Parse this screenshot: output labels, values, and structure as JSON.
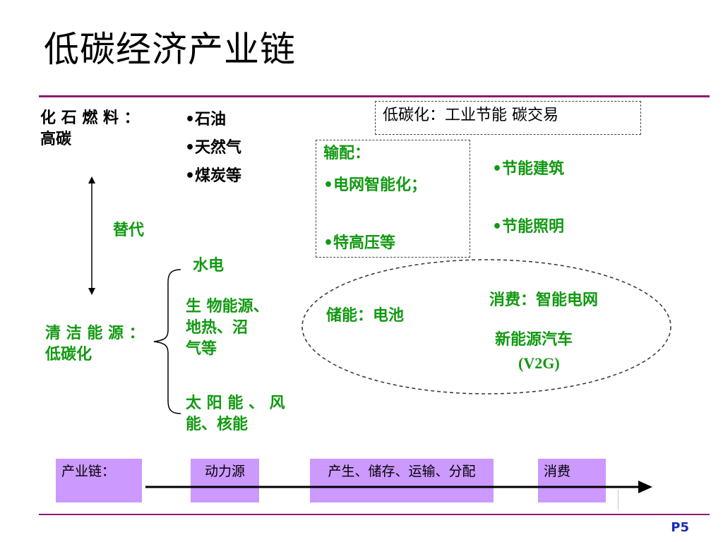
{
  "slide": {
    "title": "低碳经济产业链",
    "page_number": "P5"
  },
  "fossil": {
    "label_line1": "化 石 燃 料 ：",
    "label_line2": "高碳",
    "items": [
      "•石油",
      "•天然气",
      "•煤炭等"
    ]
  },
  "substitute": "替代",
  "clean": {
    "label_line1": "清 洁 能 源 ：",
    "label_line2": "低碳化",
    "items": [
      [
        "水电"
      ],
      [
        "生 物能源、",
        "地热、沼",
        "气等"
      ],
      [
        "太 阳 能 、 风",
        "能、核能"
      ]
    ]
  },
  "low_carbon_box": "低碳化：工业节能  碳交易",
  "transmission": {
    "title": "输配：",
    "item1": "•电网智能化；",
    "item2": "•特高压等"
  },
  "efficiency": {
    "item1": "•节能建筑",
    "item2": "•节能照明"
  },
  "storage": "储能：电池",
  "consumption": {
    "line1": "消费：智能电网",
    "line2": "新能源汽车",
    "line3": "(V2G)"
  },
  "chain": {
    "label": "产业链：",
    "stage1": "动力源",
    "stage2": "产生、储存、运输、分配",
    "stage3": "消费"
  },
  "colors": {
    "rule": "#8c1c72",
    "green_text": "#119911",
    "chain_box": "#cc99ff",
    "page_number": "#1a2bb5"
  }
}
